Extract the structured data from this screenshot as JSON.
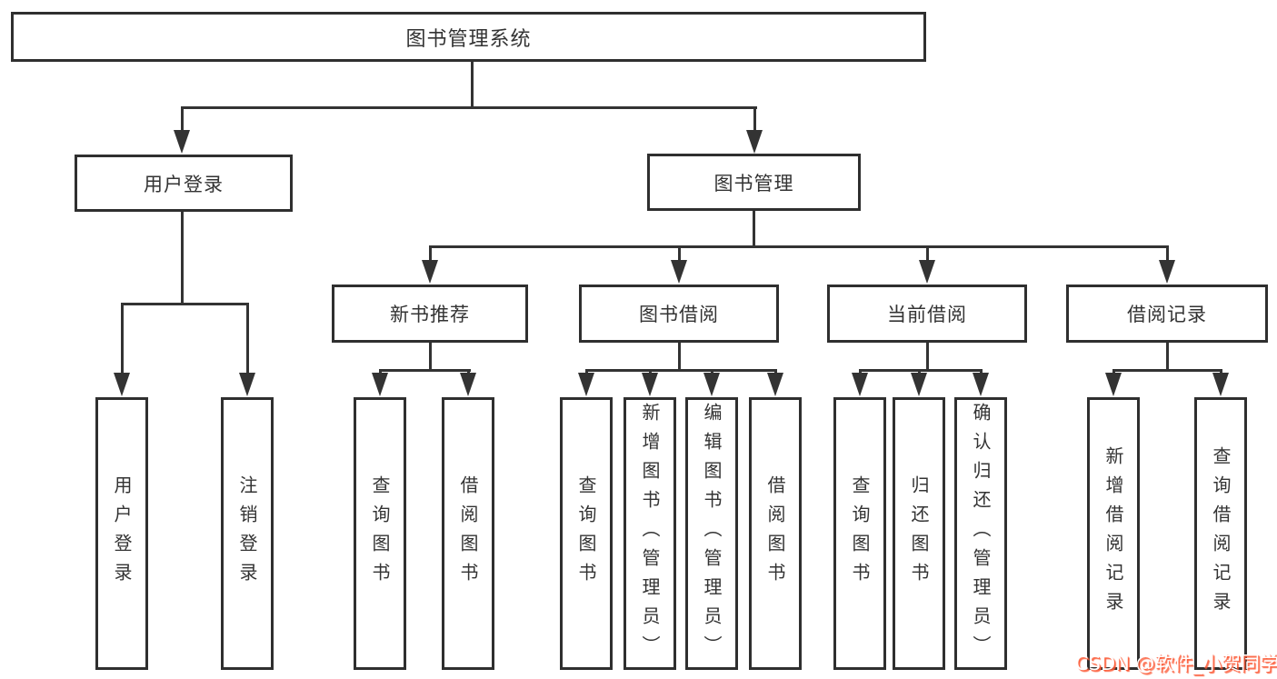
{
  "tree": {
    "root": {
      "label": "图书管理系统",
      "children": [
        {
          "label": "用户登录",
          "children": [
            {
              "label": "用户登录"
            },
            {
              "label": "注销登录"
            }
          ]
        },
        {
          "label": "图书管理",
          "children": [
            {
              "label": "新书推荐",
              "children": [
                {
                  "label": "查询图书"
                },
                {
                  "label": "借阅图书"
                }
              ]
            },
            {
              "label": "图书借阅",
              "children": [
                {
                  "label": "查询图书"
                },
                {
                  "label": "新增图书（管理员）"
                },
                {
                  "label": "编辑图书（管理员）"
                },
                {
                  "label": "借阅图书"
                }
              ]
            },
            {
              "label": "当前借阅",
              "children": [
                {
                  "label": "查询图书"
                },
                {
                  "label": "归还图书"
                },
                {
                  "label": "确认归还（管理员）"
                }
              ]
            },
            {
              "label": "借阅记录",
              "children": [
                {
                  "label": "新增借阅记录"
                },
                {
                  "label": "查询借阅记录"
                }
              ]
            }
          ]
        }
      ]
    }
  },
  "watermark": {
    "text": "CSDN @软件_小贺同学"
  },
  "colors": {
    "background": "#ffffff",
    "line": "#333333",
    "box_border": "#2f2f2f",
    "box_fill": "#ffffff",
    "text": "#333333",
    "watermark_text": "#ffffff",
    "watermark_shadow": "#fc5531"
  }
}
